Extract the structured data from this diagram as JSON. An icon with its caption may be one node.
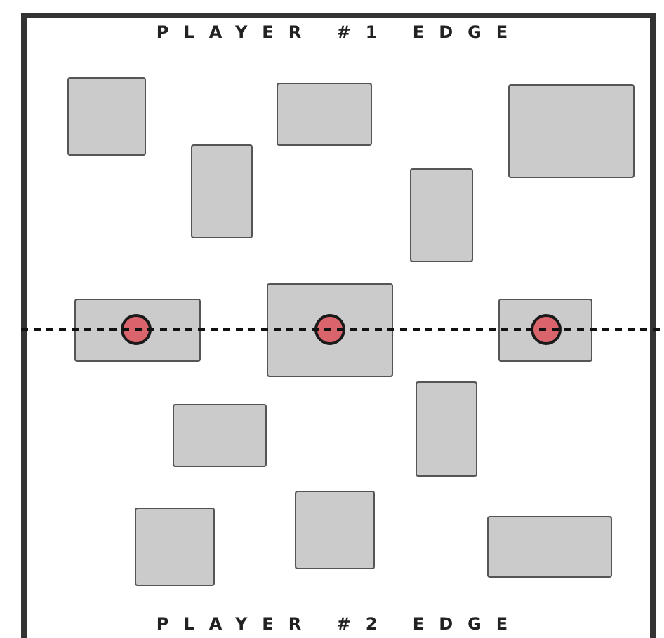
{
  "diagram": {
    "nodes": [
      {
        "text": [],
        "shape": "box"
      },
      {
        "text": [],
        "shape": "box"
      },
      {
        "text": [],
        "shape": "box"
      },
      {
        "text": [],
        "shape": "box"
      },
      {
        "text": [],
        "shape": "box"
      },
      {
        "text": [],
        "shape": "box"
      },
      {
        "text": [],
        "shape": "circle",
        "in": 5
      },
      {
        "text": [],
        "shape": "box"
      },
      {
        "text": [],
        "shape": "circle",
        "in": 7
      },
      {
        "text": [],
        "shape": "box"
      },
      {
        "text": [],
        "shape": "circle",
        "in": 9
      },
      {
        "text": [],
        "shape": "box"
      },
      {
        "text": [],
        "shape": "box"
      },
      {
        "text": [],
        "shape": "box"
      },
      {
        "text": [],
        "shape": "box"
      },
      {
        "text": [],
        "shape": "box"
      }
    ],
    "labels": [
      "PLAYER #1 EDGE",
      "PLAYER #2 EDGE"
    ]
  }
}
